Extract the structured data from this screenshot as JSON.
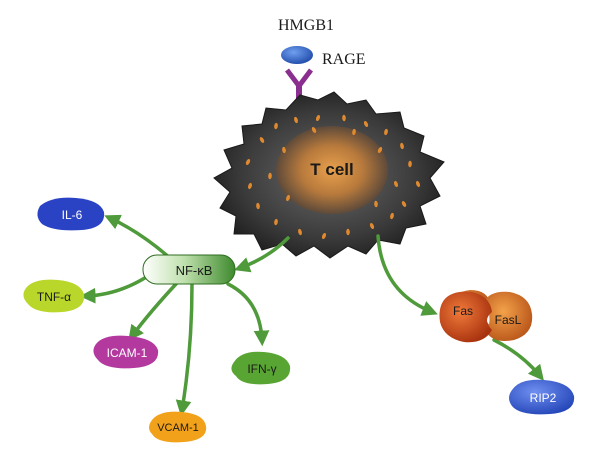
{
  "receptor": {
    "ligand_label": "HMGB1",
    "receptor_label": "RAGE"
  },
  "cell": {
    "label": "T cell"
  },
  "hub": {
    "label": "NF-κB"
  },
  "nfkb_targets": [
    {
      "key": "il6",
      "label": "IL-6",
      "color": "#2a43c4"
    },
    {
      "key": "tnfa",
      "label": "TNF-α",
      "color": "#b9d62a"
    },
    {
      "key": "icam1",
      "label": "ICAM-1",
      "color": "#b3399f"
    },
    {
      "key": "vcam1",
      "label": "VCAM-1",
      "color": "#f2a21a"
    },
    {
      "key": "ifng",
      "label": "IFN-γ",
      "color": "#59a533"
    }
  ],
  "apoptosis": {
    "fas_label": "Fas",
    "fasl_label": "FasL",
    "downstream_label": "RIP2"
  },
  "colors": {
    "arrow": "#4f9a3a",
    "hub_green": "#4a9a3a",
    "fas": "#d9541d",
    "fasl": "#e0741c",
    "rip2": "#2e54c9",
    "receptor": "#8a2f8f",
    "ligand": "#2c5fc2"
  }
}
